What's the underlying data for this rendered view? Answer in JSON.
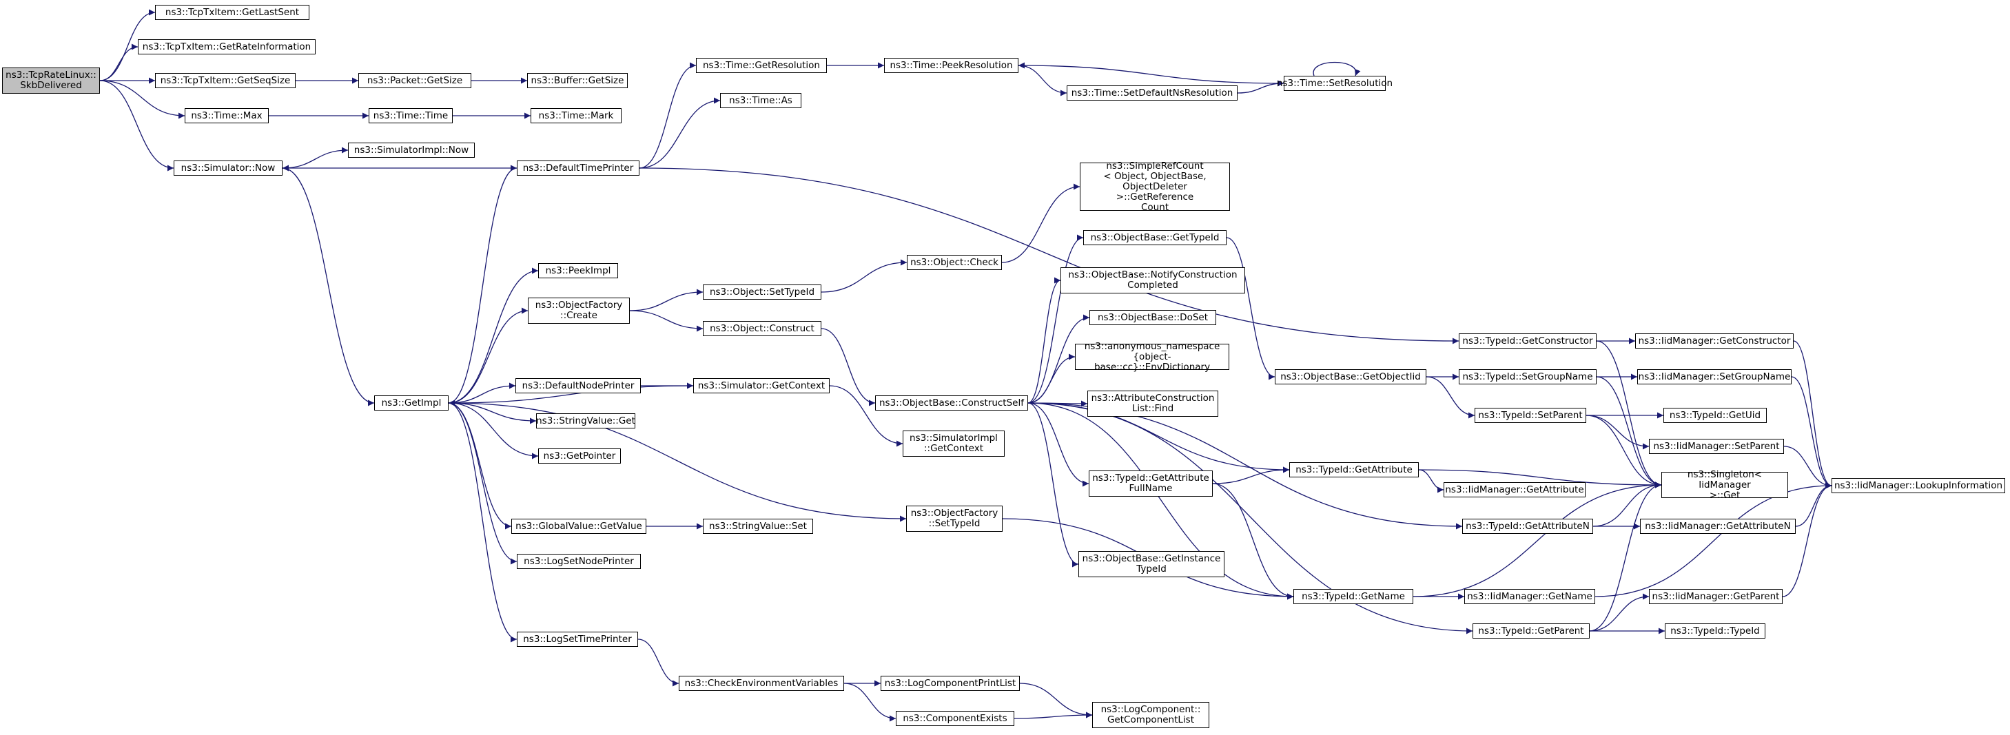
{
  "graph": {
    "edge_color": "#191970",
    "nodes": [
      {
        "id": "root",
        "label": "ns3::TcpRateLinux::\nSkbDelivered",
        "root": true
      },
      {
        "id": "getlastsent",
        "label": "ns3::TcpTxItem::GetLastSent"
      },
      {
        "id": "getrateinfo",
        "label": "ns3::TcpTxItem::GetRateInformation"
      },
      {
        "id": "getseqsize",
        "label": "ns3::TcpTxItem::GetSeqSize"
      },
      {
        "id": "packetgetsize",
        "label": "ns3::Packet::GetSize"
      },
      {
        "id": "buffergetsize",
        "label": "ns3::Buffer::GetSize"
      },
      {
        "id": "timemax",
        "label": "ns3::Time::Max"
      },
      {
        "id": "timetime",
        "label": "ns3::Time::Time"
      },
      {
        "id": "timemark",
        "label": "ns3::Time::Mark"
      },
      {
        "id": "simnow",
        "label": "ns3::Simulator::Now"
      },
      {
        "id": "simimplnow",
        "label": "ns3::SimulatorImpl::Now"
      },
      {
        "id": "deftimeprinter",
        "label": "ns3::DefaultTimePrinter"
      },
      {
        "id": "getresolution",
        "label": "ns3::Time::GetResolution"
      },
      {
        "id": "timeas",
        "label": "ns3::Time::As"
      },
      {
        "id": "peekresolution",
        "label": "ns3::Time::PeekResolution"
      },
      {
        "id": "setdefaultns",
        "label": "ns3::Time::SetDefaultNsResolution"
      },
      {
        "id": "setresolution",
        "label": "ns3::Time::SetResolution"
      },
      {
        "id": "getimpl",
        "label": "ns3::GetImpl"
      },
      {
        "id": "peekimpl",
        "label": "ns3::PeekImpl"
      },
      {
        "id": "ofcreate",
        "label": "ns3::ObjectFactory\n::Create"
      },
      {
        "id": "objsettypeid",
        "label": "ns3::Object::SetTypeId"
      },
      {
        "id": "objcheck",
        "label": "ns3::Object::Check"
      },
      {
        "id": "simplerefcount",
        "label": "ns3::SimpleRefCount\n< Object, ObjectBase,\n ObjectDeleter >::GetReference\nCount"
      },
      {
        "id": "obgettypeid",
        "label": "ns3::ObjectBase::GetTypeId"
      },
      {
        "id": "obnotify",
        "label": "ns3::ObjectBase::NotifyConstruction\nCompleted"
      },
      {
        "id": "obdoset",
        "label": "ns3::ObjectBase::DoSet"
      },
      {
        "id": "envdict",
        "label": "ns3::anonymous_namespace\n{object-base::cc}::EnvDictionary"
      },
      {
        "id": "attrconstfind",
        "label": "ns3::AttributeConstruction\nList::Find"
      },
      {
        "id": "objconstruct",
        "label": "ns3::Object::Construct"
      },
      {
        "id": "obconstructself",
        "label": "ns3::ObjectBase::ConstructSelf"
      },
      {
        "id": "defnodeprinter",
        "label": "ns3::DefaultNodePrinter"
      },
      {
        "id": "simgetcontext",
        "label": "ns3::Simulator::GetContext"
      },
      {
        "id": "simimplgetcontext",
        "label": "ns3::SimulatorImpl\n::GetContext"
      },
      {
        "id": "stringvalueget",
        "label": "ns3::StringValue::Get"
      },
      {
        "id": "getpointer",
        "label": "ns3::GetPointer"
      },
      {
        "id": "globalvalueget",
        "label": "ns3::GlobalValue::GetValue"
      },
      {
        "id": "stringvalueset",
        "label": "ns3::StringValue::Set"
      },
      {
        "id": "logsetnodeprinter",
        "label": "ns3::LogSetNodePrinter"
      },
      {
        "id": "ofsettypeid",
        "label": "ns3::ObjectFactory\n::SetTypeId"
      },
      {
        "id": "logsettimeprinter",
        "label": "ns3::LogSetTimePrinter"
      },
      {
        "id": "checkenv",
        "label": "ns3::CheckEnvironmentVariables"
      },
      {
        "id": "logcompprintlist",
        "label": "ns3::LogComponentPrintList"
      },
      {
        "id": "compexists",
        "label": "ns3::ComponentExists"
      },
      {
        "id": "logcompgetlist",
        "label": "ns3::LogComponent::\nGetComponentList"
      },
      {
        "id": "tidgetattrfullname",
        "label": "ns3::TypeId::GetAttribute\nFullName"
      },
      {
        "id": "obgetinstancetypeid",
        "label": "ns3::ObjectBase::GetInstance\nTypeId"
      },
      {
        "id": "obgetobjectiid",
        "label": "ns3::ObjectBase::GetObjectIid"
      },
      {
        "id": "tidgetconstructor",
        "label": "ns3::TypeId::GetConstructor"
      },
      {
        "id": "tidsetgroupname",
        "label": "ns3::TypeId::SetGroupName"
      },
      {
        "id": "tidsetparent",
        "label": "ns3::TypeId::SetParent"
      },
      {
        "id": "tidgetattribute",
        "label": "ns3::TypeId::GetAttribute"
      },
      {
        "id": "tidgetattributen",
        "label": "ns3::TypeId::GetAttributeN"
      },
      {
        "id": "tidgetname",
        "label": "ns3::TypeId::GetName"
      },
      {
        "id": "tidgetparent",
        "label": "ns3::TypeId::GetParent"
      },
      {
        "id": "iidgetconstructor",
        "label": "ns3::IidManager::GetConstructor"
      },
      {
        "id": "iidsetgroupname",
        "label": "ns3::IidManager::SetGroupName"
      },
      {
        "id": "tidgetuid",
        "label": "ns3::TypeId::GetUid"
      },
      {
        "id": "iidsetparent",
        "label": "ns3::IidManager::SetParent"
      },
      {
        "id": "singletonget",
        "label": "ns3::Singleton< IidManager\n >::Get"
      },
      {
        "id": "iidgetattribute",
        "label": "ns3::IidManager::GetAttribute"
      },
      {
        "id": "iidgetattributen",
        "label": "ns3::IidManager::GetAttributeN"
      },
      {
        "id": "iidgetname",
        "label": "ns3::IidManager::GetName"
      },
      {
        "id": "iidgetparent",
        "label": "ns3::IidManager::GetParent"
      },
      {
        "id": "tidtypeid",
        "label": "ns3::TypeId::TypeId"
      },
      {
        "id": "iidlookupinfo",
        "label": "ns3::IidManager::LookupInformation"
      }
    ],
    "edges": [
      [
        "root",
        "getlastsent"
      ],
      [
        "root",
        "getrateinfo"
      ],
      [
        "root",
        "getseqsize"
      ],
      [
        "root",
        "timemax"
      ],
      [
        "root",
        "simnow"
      ],
      [
        "getseqsize",
        "packetgetsize"
      ],
      [
        "packetgetsize",
        "buffergetsize"
      ],
      [
        "timemax",
        "timetime"
      ],
      [
        "timetime",
        "timemark"
      ],
      [
        "simnow",
        "simimplnow"
      ],
      [
        "simnow",
        "getimpl"
      ],
      [
        "deftimeprinter",
        "simnow"
      ],
      [
        "deftimeprinter",
        "getresolution"
      ],
      [
        "deftimeprinter",
        "timeas"
      ],
      [
        "deftimeprinter",
        "tidgetconstructor"
      ],
      [
        "getresolution",
        "peekresolution"
      ],
      [
        "peekresolution",
        "setdefaultns"
      ],
      [
        "setdefaultns",
        "setresolution"
      ],
      [
        "setresolution",
        "peekresolution"
      ],
      [
        "setresolution",
        "setresolution"
      ],
      [
        "getimpl",
        "deftimeprinter"
      ],
      [
        "getimpl",
        "peekimpl"
      ],
      [
        "getimpl",
        "ofcreate"
      ],
      [
        "getimpl",
        "defnodeprinter"
      ],
      [
        "getimpl",
        "stringvalueget"
      ],
      [
        "getimpl",
        "getpointer"
      ],
      [
        "getimpl",
        "globalvalueget"
      ],
      [
        "getimpl",
        "logsetnodeprinter"
      ],
      [
        "getimpl",
        "ofsettypeid"
      ],
      [
        "getimpl",
        "logsettimeprinter"
      ],
      [
        "simgetcontext",
        "getimpl"
      ],
      [
        "defnodeprinter",
        "simgetcontext"
      ],
      [
        "simgetcontext",
        "simimplgetcontext"
      ],
      [
        "ofcreate",
        "objsettypeid"
      ],
      [
        "ofcreate",
        "objconstruct"
      ],
      [
        "objsettypeid",
        "objcheck"
      ],
      [
        "objcheck",
        "simplerefcount"
      ],
      [
        "objconstruct",
        "obconstructself"
      ],
      [
        "obconstructself",
        "obgettypeid"
      ],
      [
        "obconstructself",
        "obnotify"
      ],
      [
        "obconstructself",
        "obdoset"
      ],
      [
        "obconstructself",
        "envdict"
      ],
      [
        "obconstructself",
        "attrconstfind"
      ],
      [
        "obconstructself",
        "tidgetattrfullname"
      ],
      [
        "obconstructself",
        "obgetinstancetypeid"
      ],
      [
        "obconstructself",
        "tidgetattribute"
      ],
      [
        "obconstructself",
        "tidgetattributen"
      ],
      [
        "obconstructself",
        "tidgetname"
      ],
      [
        "obconstructself",
        "tidgetparent"
      ],
      [
        "obgettypeid",
        "obgetobjectiid"
      ],
      [
        "obgetobjectiid",
        "tidsetgroupname"
      ],
      [
        "obgetobjectiid",
        "tidsetparent"
      ],
      [
        "tidgetattrfullname",
        "tidgetattribute"
      ],
      [
        "tidgetattrfullname",
        "tidgetname"
      ],
      [
        "globalvalueget",
        "stringvalueset"
      ],
      [
        "ofsettypeid",
        "tidgetname"
      ],
      [
        "logsettimeprinter",
        "checkenv"
      ],
      [
        "checkenv",
        "logcompprintlist"
      ],
      [
        "checkenv",
        "compexists"
      ],
      [
        "logcompprintlist",
        "logcompgetlist"
      ],
      [
        "compexists",
        "logcompgetlist"
      ],
      [
        "tidgetconstructor",
        "iidgetconstructor"
      ],
      [
        "tidgetconstructor",
        "singletonget"
      ],
      [
        "tidsetgroupname",
        "iidsetgroupname"
      ],
      [
        "tidsetgroupname",
        "singletonget"
      ],
      [
        "tidsetparent",
        "tidgetuid"
      ],
      [
        "tidsetparent",
        "iidsetparent"
      ],
      [
        "tidsetparent",
        "singletonget"
      ],
      [
        "tidgetattribute",
        "singletonget"
      ],
      [
        "tidgetattribute",
        "iidgetattribute"
      ],
      [
        "tidgetattributen",
        "singletonget"
      ],
      [
        "tidgetattributen",
        "iidgetattributen"
      ],
      [
        "tidgetname",
        "singletonget"
      ],
      [
        "tidgetname",
        "iidgetname"
      ],
      [
        "tidgetparent",
        "singletonget"
      ],
      [
        "tidgetparent",
        "iidgetparent"
      ],
      [
        "tidgetparent",
        "tidtypeid"
      ],
      [
        "iidgetconstructor",
        "iidlookupinfo"
      ],
      [
        "iidsetgroupname",
        "iidlookupinfo"
      ],
      [
        "iidsetparent",
        "iidlookupinfo"
      ],
      [
        "iidgetattributen",
        "iidlookupinfo"
      ],
      [
        "iidgetname",
        "iidlookupinfo"
      ],
      [
        "iidgetparent",
        "iidlookupinfo"
      ]
    ]
  }
}
